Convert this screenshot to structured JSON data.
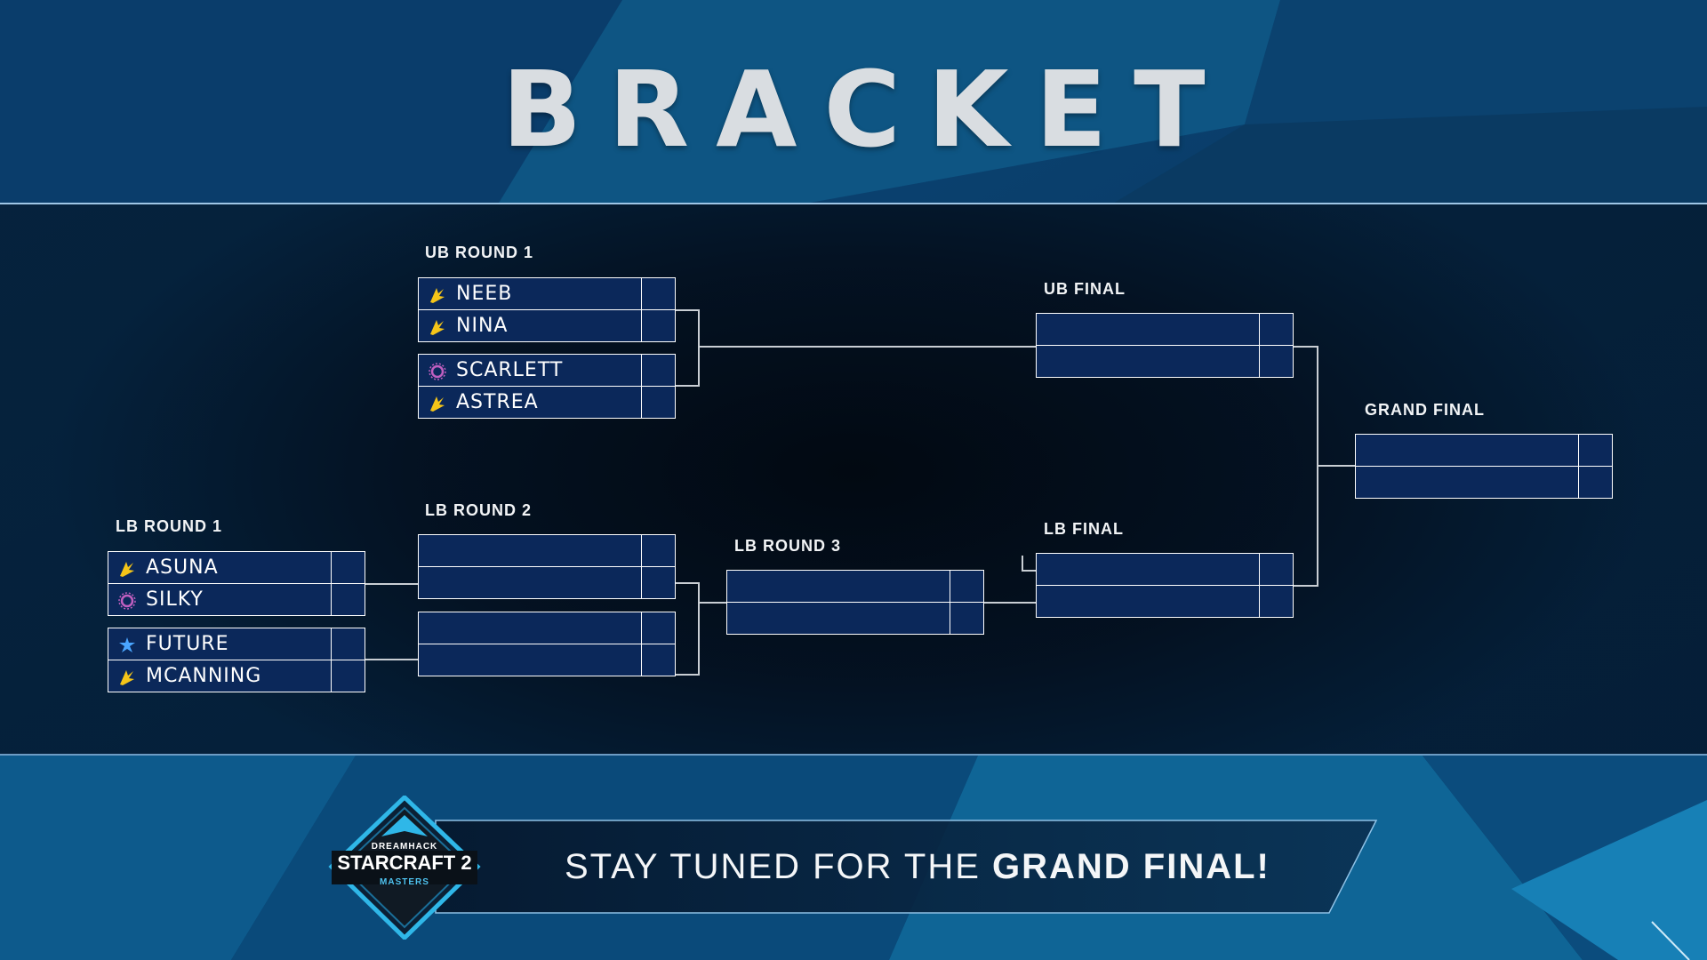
{
  "header": {
    "title": "BRACKET"
  },
  "rounds": {
    "ub_round_1": "UB ROUND 1",
    "ub_final": "UB FINAL",
    "grand_final": "GRAND FINAL",
    "lb_round_1": "LB ROUND 1",
    "lb_round_2": "LB ROUND 2",
    "lb_round_3": "LB ROUND 3",
    "lb_final": "LB FINAL"
  },
  "matches": {
    "ub1_m1": {
      "p1": {
        "name": "NEEB",
        "race": "protoss-icon"
      },
      "p2": {
        "name": "NINA",
        "race": "protoss-icon"
      }
    },
    "ub1_m2": {
      "p1": {
        "name": "SCARLETT",
        "race": "zerg-icon"
      },
      "p2": {
        "name": "ASTREA",
        "race": "protoss-icon"
      }
    },
    "lb1_m1": {
      "p1": {
        "name": "ASUNA",
        "race": "protoss-icon"
      },
      "p2": {
        "name": "SILKY",
        "race": "zerg-icon"
      }
    },
    "lb1_m2": {
      "p1": {
        "name": "FUTURE",
        "race": "terran-icon"
      },
      "p2": {
        "name": "MCANNING",
        "race": "protoss-icon"
      }
    }
  },
  "banner": {
    "text_regular": "STAY TUNED FOR THE ",
    "text_bold": "GRAND FINAL!"
  },
  "logo": {
    "line1": "DREAMHACK",
    "line2": "STARCRAFT 2",
    "line3": "MASTERS"
  },
  "colors": {
    "slot_fill": "#0b285a",
    "slot_border": "#ffffff",
    "protoss": "#f5c518",
    "zerg": "#c05fc0",
    "terran": "#4aa6ff",
    "accent": "#2fb7e8"
  }
}
